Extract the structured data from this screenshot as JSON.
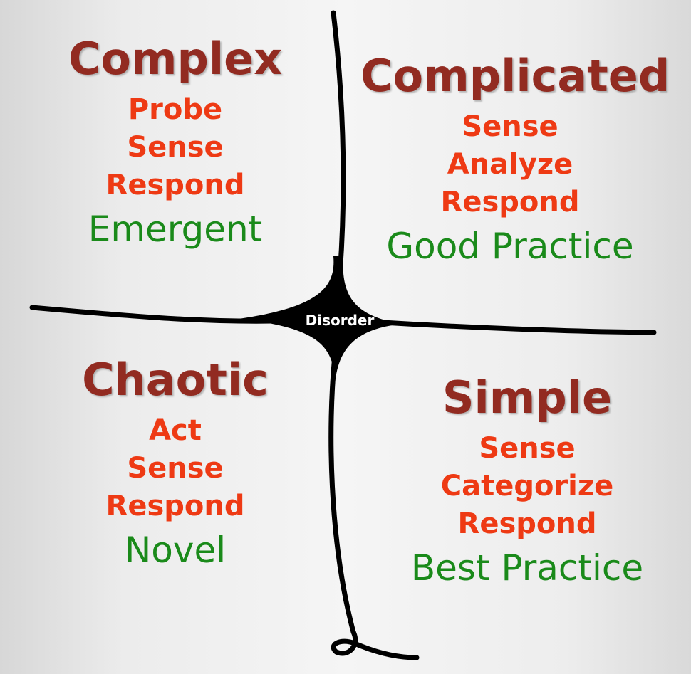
{
  "center": {
    "label": "Disorder"
  },
  "domains": {
    "complex": {
      "title": "Complex",
      "steps": [
        "Probe",
        "Sense",
        "Respond"
      ],
      "practice": "Emergent"
    },
    "complicated": {
      "title": "Complicated",
      "steps": [
        "Sense",
        "Analyze",
        "Respond"
      ],
      "practice": "Good Practice"
    },
    "chaotic": {
      "title": "Chaotic",
      "steps": [
        "Act",
        "Sense",
        "Respond"
      ],
      "practice": "Novel"
    },
    "simple": {
      "title": "Simple",
      "steps": [
        "Sense",
        "Categorize",
        "Respond"
      ],
      "practice": "Best Practice"
    }
  },
  "colors": {
    "title": "#922b21",
    "steps": "#ee3a14",
    "practice": "#1a8a1a",
    "lines": "#000000",
    "center_text": "#ffffff"
  }
}
